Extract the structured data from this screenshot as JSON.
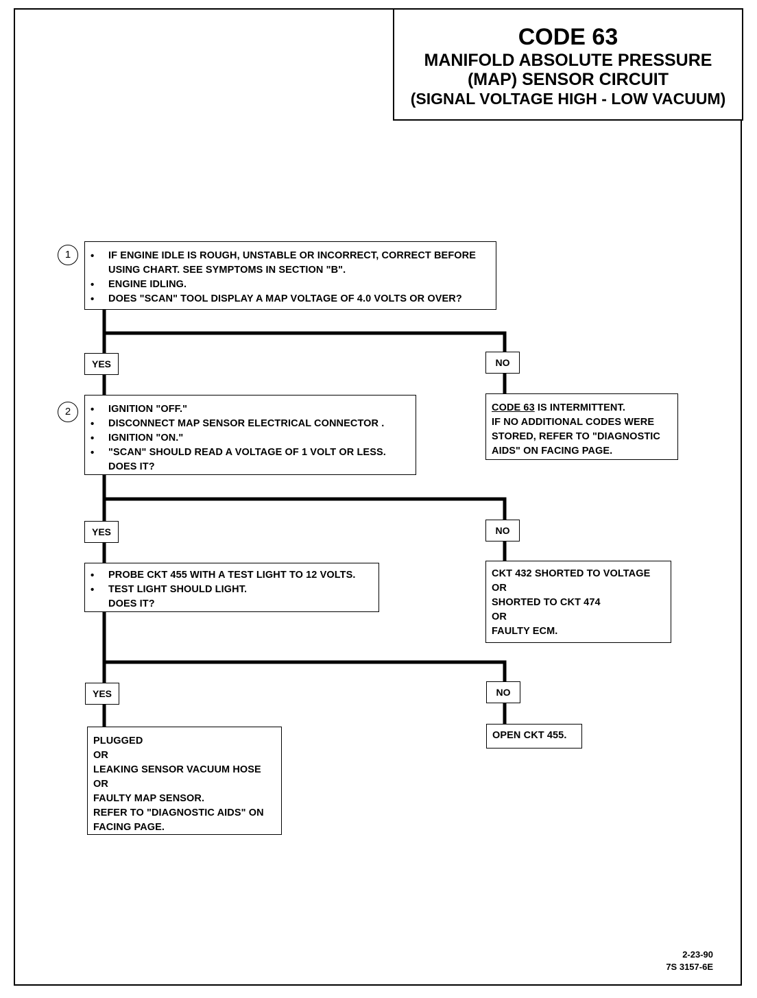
{
  "title": {
    "code": "CODE 63",
    "line1": "MANIFOLD ABSOLUTE PRESSURE",
    "line2": "(MAP) SENSOR CIRCUIT",
    "line3": "(SIGNAL VOLTAGE HIGH - LOW VACUUM)"
  },
  "step1": {
    "number": "1",
    "bullets": [
      "IF ENGINE IDLE IS ROUGH, UNSTABLE OR INCORRECT, CORRECT BEFORE",
      "ENGINE IDLING.",
      "DOES \"SCAN\" TOOL DISPLAY A MAP VOLTAGE OF 4.0  VOLTS OR OVER?"
    ],
    "bullet1_cont": "USING CHART.  SEE SYMPTOMS IN SECTION \"B\"."
  },
  "labels": {
    "yes": "YES",
    "no": "NO"
  },
  "no1": {
    "code": "CODE 63",
    "line1_rest": " IS INTERMITTENT.",
    "line2": "IF NO ADDITIONAL CODES WERE",
    "line3": "STORED, REFER TO \"DIAGNOSTIC",
    "line4": "AIDS\" ON FACING PAGE."
  },
  "step2": {
    "number": "2",
    "bullets": [
      "IGNITION \"OFF.\"",
      "DISCONNECT MAP SENSOR ELECTRICAL CONNECTOR .",
      "IGNITION \"ON.\"",
      "\"SCAN\" SHOULD READ  A VOLTAGE OF 1 VOLT OR LESS."
    ],
    "cont": "DOES IT?"
  },
  "no2": {
    "lines": [
      "CKT 432 SHORTED TO VOLTAGE",
      "OR",
      "SHORTED TO CKT 474",
      "OR",
      "FAULTY ECM."
    ]
  },
  "step3": {
    "bullets": [
      "PROBE CKT 455 WITH A TEST LIGHT TO 12  VOLTS.",
      "TEST LIGHT SHOULD LIGHT."
    ],
    "cont": "DOES IT?"
  },
  "yes3": {
    "lines": [
      "PLUGGED",
      "OR",
      "LEAKING SENSOR  VACUUM HOSE",
      "OR",
      "FAULTY MAP SENSOR.",
      "REFER TO \"DIAGNOSTIC AIDS\" ON",
      "FACING PAGE."
    ]
  },
  "no3": {
    "text": "OPEN CKT 455."
  },
  "footer": {
    "date": "2-23-90",
    "ref": "7S 3157-6E"
  }
}
